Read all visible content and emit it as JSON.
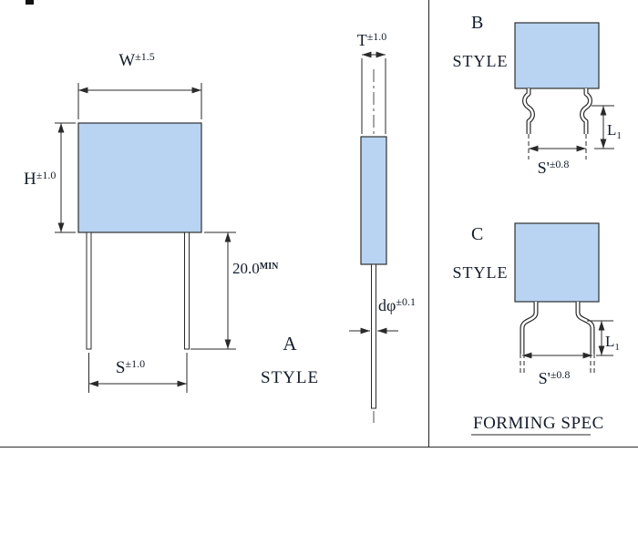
{
  "colors": {
    "body_fill": "#b8d4f2",
    "line": "#2a2a2a",
    "text": "#141d2b"
  },
  "labels": {
    "front": {
      "w_base": "W",
      "w_tol": "±1.5",
      "h_base": "H",
      "h_tol": "±1.0",
      "lead_len_base": "20.0",
      "lead_len_sup": "MIN",
      "s_base": "S",
      "s_tol": "±1.0",
      "style_letter": "A",
      "style_word": "STYLE"
    },
    "side": {
      "t_base": "T",
      "t_tol": "±1.0",
      "d_base": "dφ",
      "d_tol": "±0.1"
    },
    "style_b": {
      "letter": "B",
      "word": "STYLE",
      "l_base": "L",
      "l_sub": "1",
      "s_base": "S'",
      "s_tol": "±0.8"
    },
    "style_c": {
      "letter": "C",
      "word": "STYLE",
      "l_base": "L",
      "l_sub": "1",
      "s_base": "S'",
      "s_tol": "±0.8"
    },
    "footer": {
      "forming_spec": "FORMING SPEC"
    }
  }
}
